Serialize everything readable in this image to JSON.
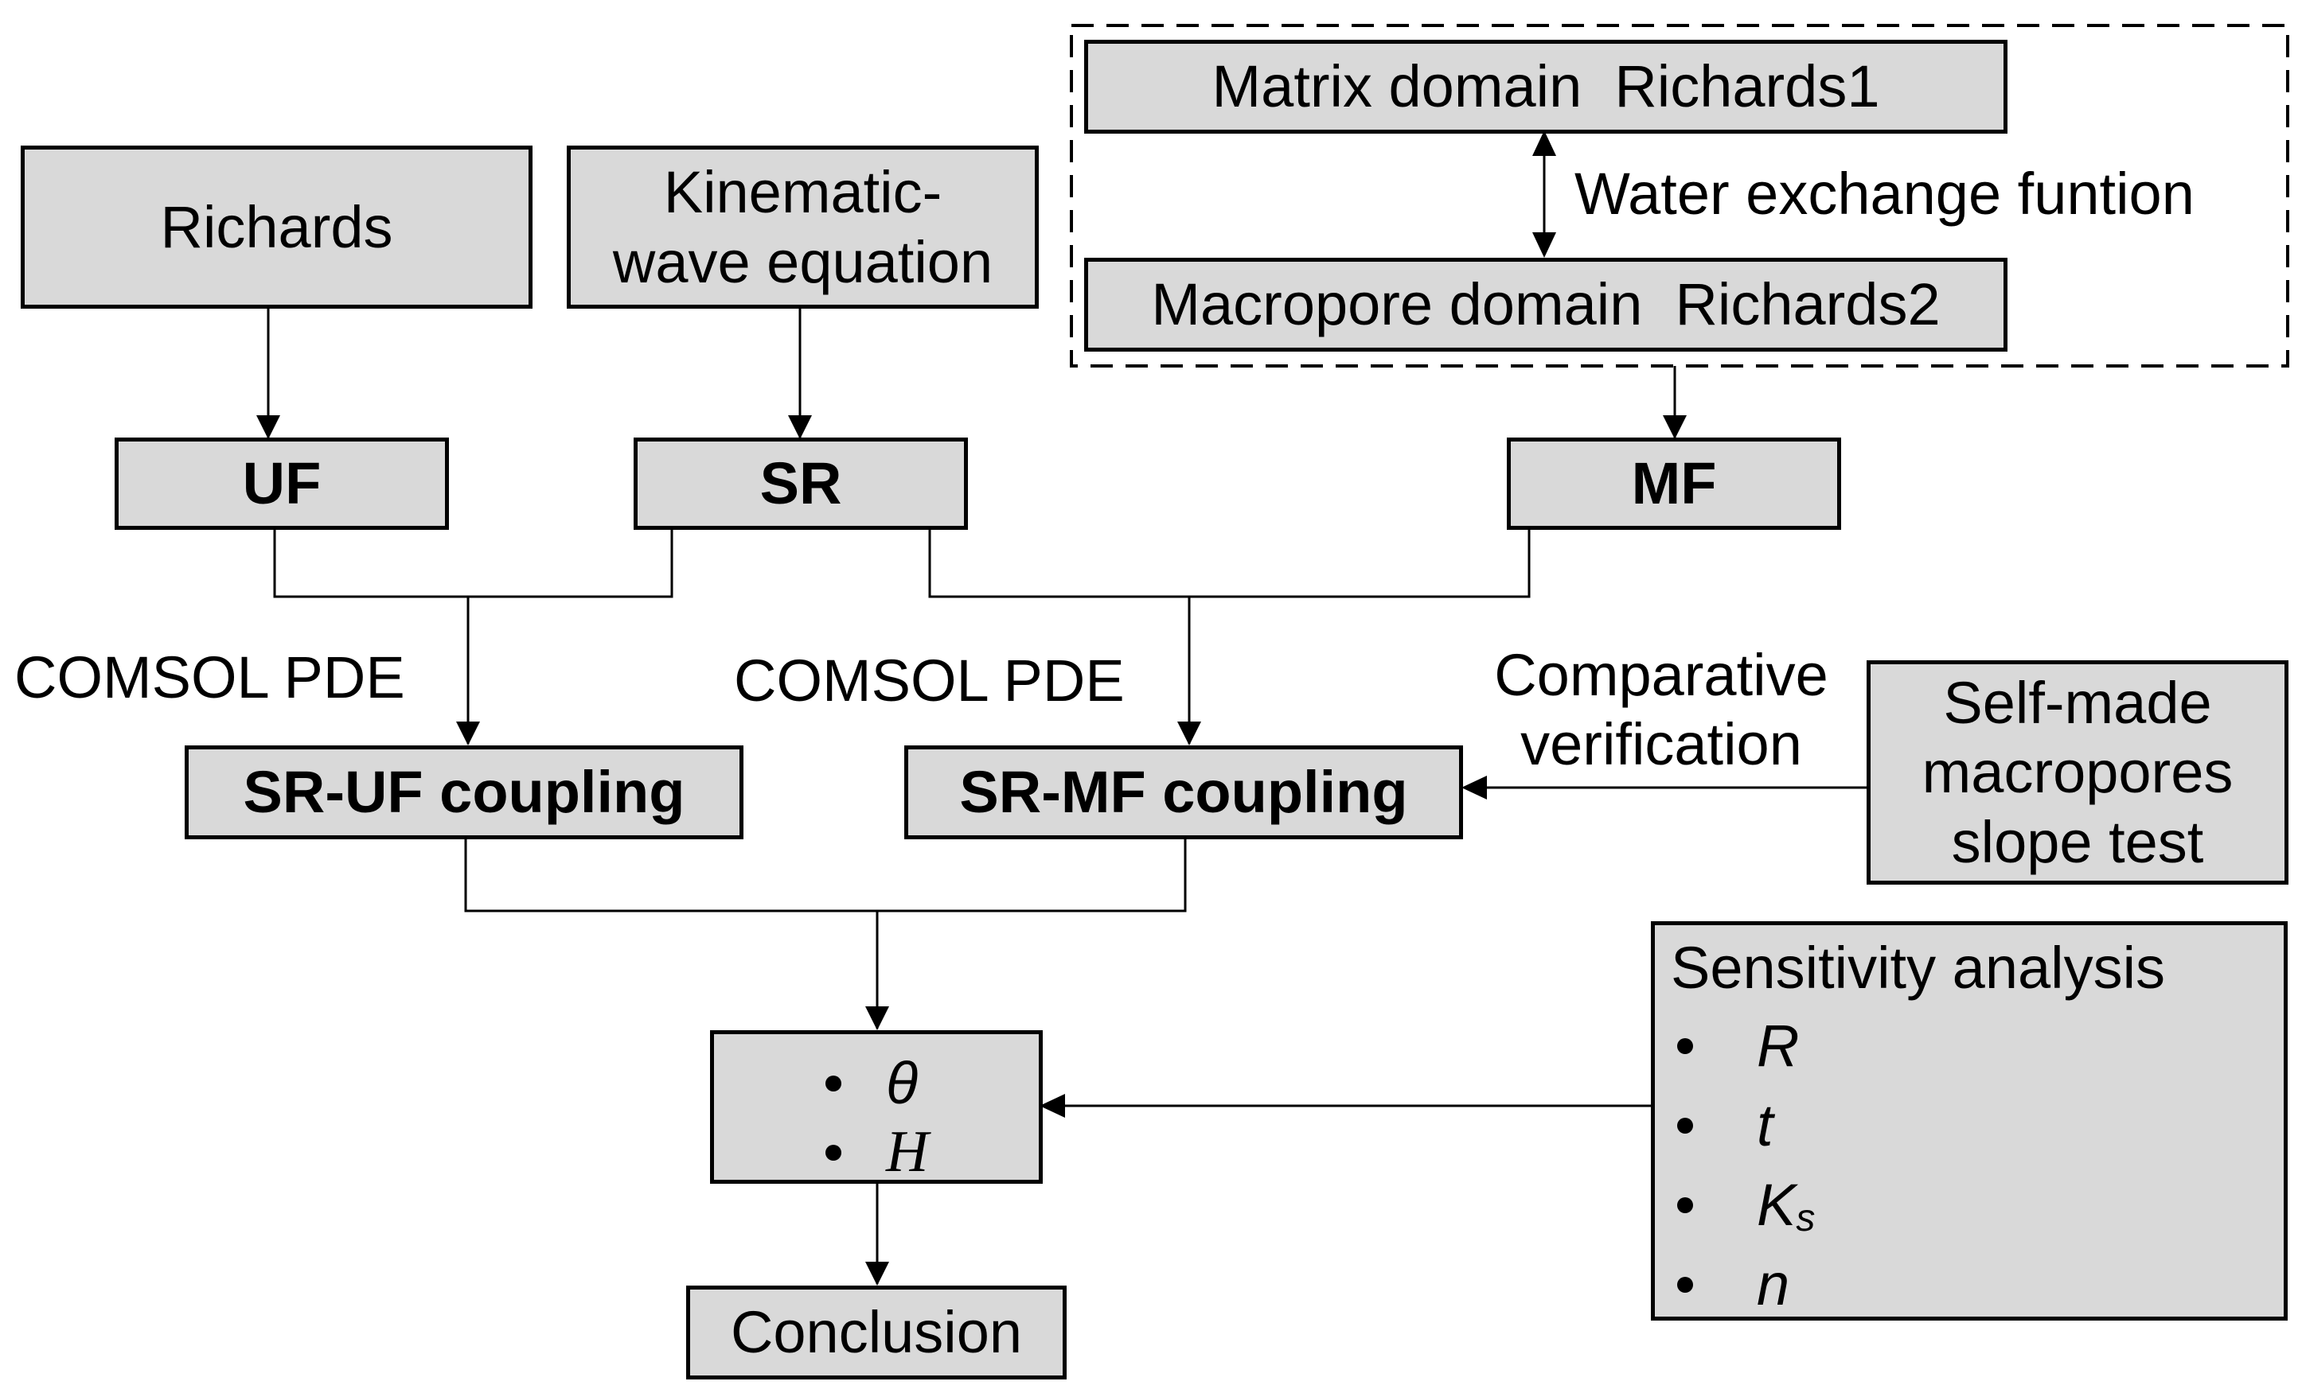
{
  "boxes": {
    "richards": "Richards",
    "kinematic_line1": "Kinematic-",
    "kinematic_line2": "wave equation",
    "matrix_domain": "Matrix domain  Richards1",
    "macropore_domain": "Macropore domain  Richards2",
    "uf": "UF",
    "sr": "SR",
    "mf": "MF",
    "sr_uf_coupling": "SR-UF coupling",
    "sr_mf_coupling": "SR-MF coupling",
    "selfmade_line1": "Self-made",
    "selfmade_line2": "macropores",
    "selfmade_line3": "slope test",
    "conclusion": "Conclusion"
  },
  "labels": {
    "water_exchange": "Water exchange funtion",
    "comsol_left": "COMSOL PDE",
    "comsol_mid": "COMSOL PDE",
    "comparative_line1": "Comparative",
    "comparative_line2": "verification"
  },
  "result_box": {
    "items": [
      "θ",
      "H"
    ]
  },
  "sensitivity": {
    "title": "Sensitivity analysis",
    "items": {
      "R": "R",
      "t": "t",
      "K": "K",
      "K_sub": "s",
      "n": "n"
    }
  }
}
